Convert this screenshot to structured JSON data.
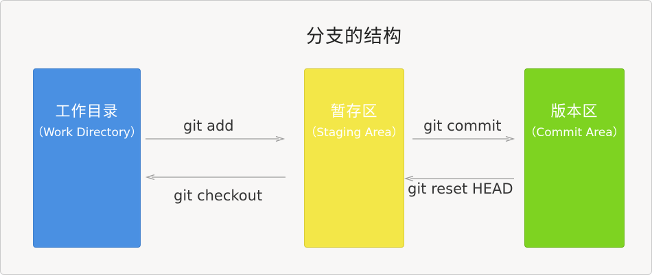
{
  "diagram": {
    "title": "分支的结构",
    "areas": [
      {
        "id": "work-directory",
        "name": "工作目录",
        "subtitle": "（Work Directory）",
        "color": "#4a90e2"
      },
      {
        "id": "staging-area",
        "name": "暂存区",
        "subtitle": "（Staging Area）",
        "color": "#f3e748"
      },
      {
        "id": "commit-area",
        "name": "版本区",
        "subtitle": "（Commit Area）",
        "color": "#7ed321"
      }
    ],
    "flows": [
      {
        "from": "work-directory",
        "to": "staging-area",
        "label": "git add"
      },
      {
        "from": "staging-area",
        "to": "work-directory",
        "label": "git checkout"
      },
      {
        "from": "staging-area",
        "to": "commit-area",
        "label": "git commit"
      },
      {
        "from": "commit-area",
        "to": "staging-area",
        "label": "git reset HEAD"
      }
    ]
  }
}
